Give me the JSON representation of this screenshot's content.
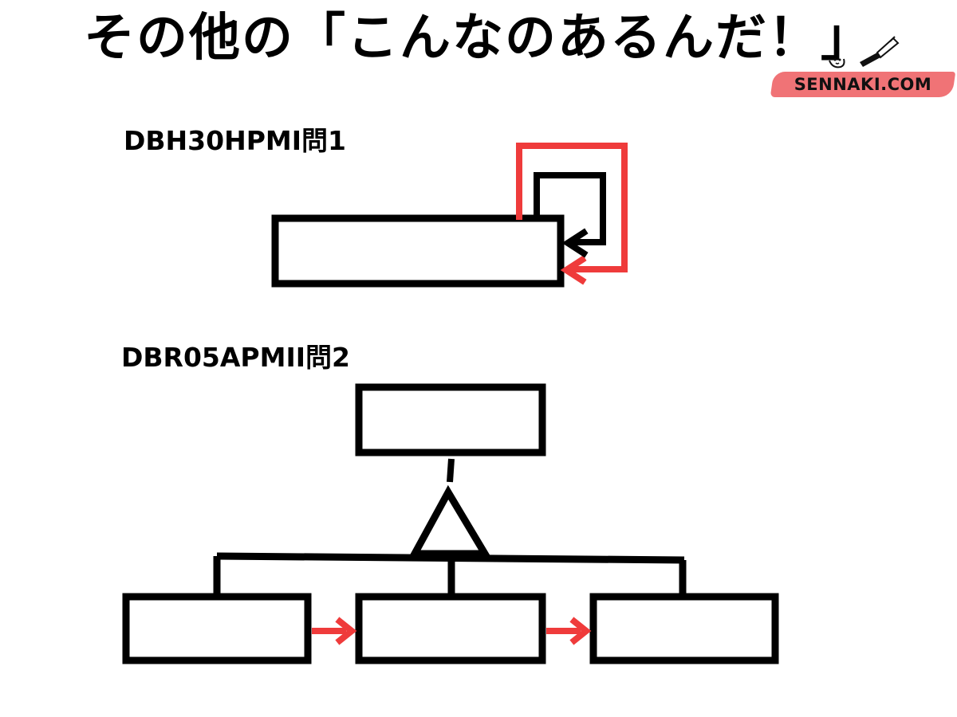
{
  "header": {
    "title": "その他の「こんなのあるんだ！」",
    "brand": "SENNAKI.COM"
  },
  "sections": [
    {
      "label": "DBH30HPMI問1"
    },
    {
      "label": "DBR05APMII問2"
    }
  ],
  "colors": {
    "accent_red": "#ef3b3b",
    "brand_stroke": "#ef6b6f",
    "line_black": "#000000"
  },
  "icons": {
    "mascot": "pen-doodle-icon"
  }
}
